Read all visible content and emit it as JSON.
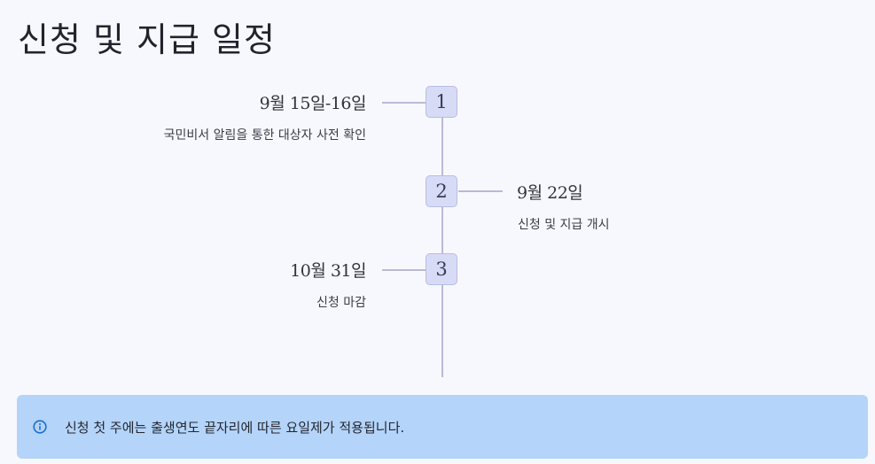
{
  "page": {
    "title": "신청 및 지급 일정"
  },
  "timeline": {
    "steps": [
      {
        "number": "1",
        "date": "9월 15일-16일",
        "description": "국민비서 알림을 통한 대상자 사전 확인",
        "side": "left"
      },
      {
        "number": "2",
        "date": "9월 22일",
        "description": "신청 및 지급 개시",
        "side": "right"
      },
      {
        "number": "3",
        "date": "10월 31일",
        "description": "신청 마감",
        "side": "left"
      }
    ]
  },
  "notice": {
    "icon": "info-icon",
    "text": "신청 첫 주에는 출생연도 끝자리에 따른 요일제가 적용됩니다."
  },
  "colors": {
    "background": "#f7f8fd",
    "node_fill": "#d8dbf5",
    "line": "#b9bad6",
    "notice_bg": "#b4d4fa",
    "info_icon": "#1a6fcf"
  }
}
